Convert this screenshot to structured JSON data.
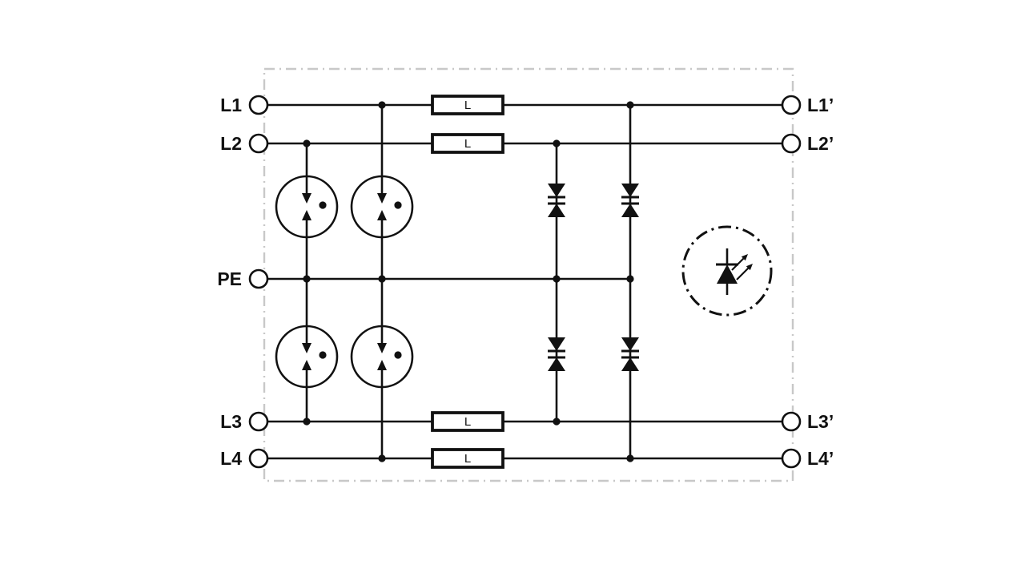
{
  "diagram": {
    "terminals": {
      "left": [
        "L1",
        "L2",
        "PE",
        "L3",
        "L4"
      ],
      "right": [
        "L1’",
        "L2’",
        "L3’",
        "L4’"
      ]
    },
    "inductor_label": "L",
    "colors": {
      "wire": "#111111",
      "enclosure_border": "#c8c8c8",
      "background": "#ffffff"
    },
    "symbols": {
      "series_element": "inductor-box-icon",
      "arrester": "gas-discharge-tube-icon",
      "suppressor": "bidirectional-tvs-diode-icon",
      "indicator": "led-icon"
    }
  }
}
